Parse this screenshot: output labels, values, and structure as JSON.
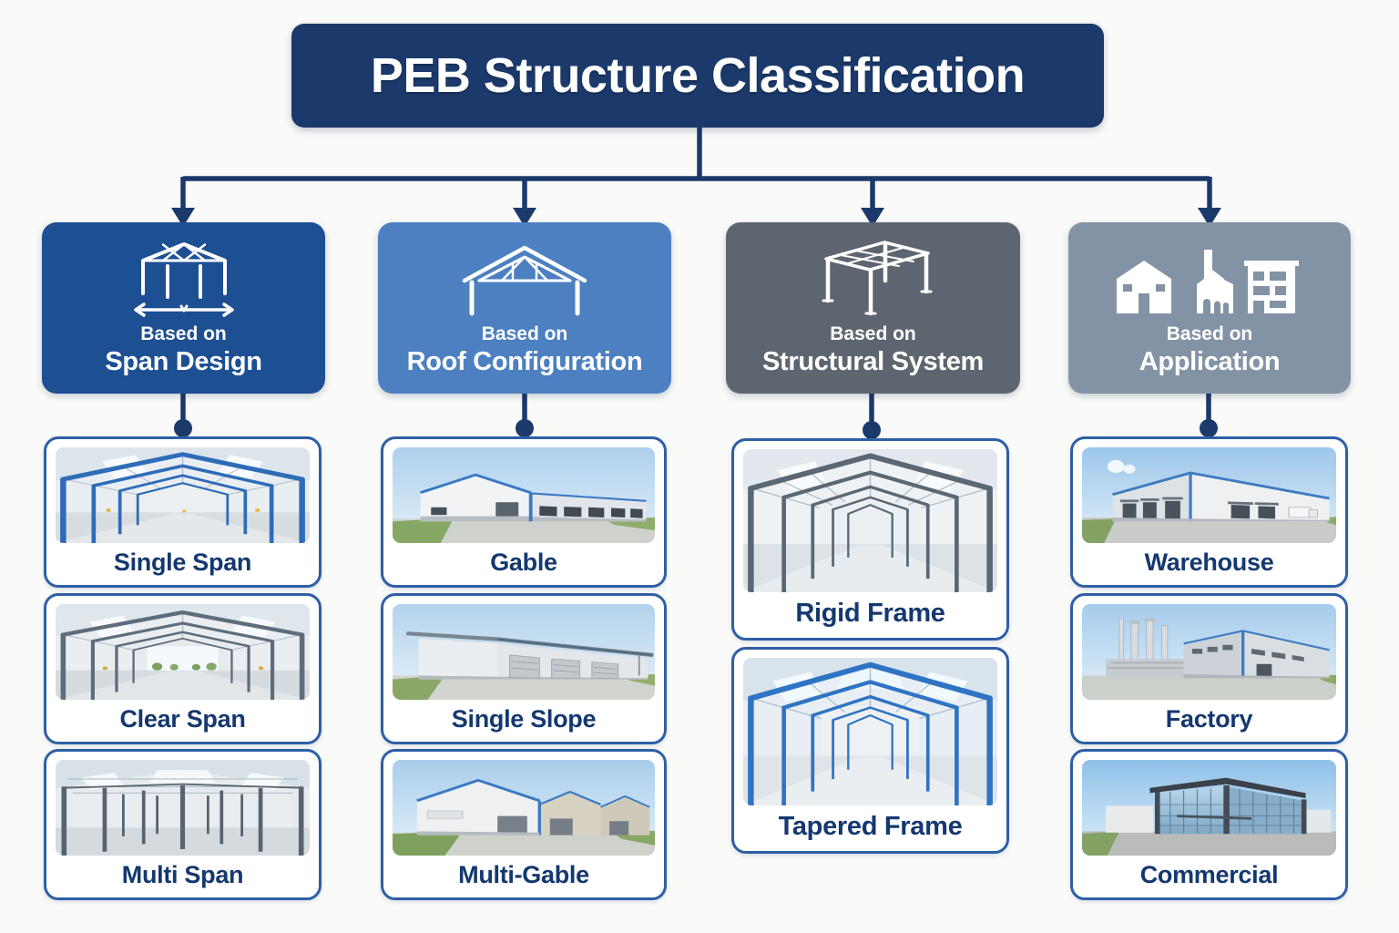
{
  "title": {
    "text": "PEB Structure Classification",
    "bg": "#1b3a6b",
    "text_color": "#ffffff"
  },
  "connectors": {
    "color": "#1b3a6b"
  },
  "categories": [
    {
      "icon": "span-frame-icon",
      "line1": "Based on",
      "line2": "Span Design",
      "bg": "#1d4f93"
    },
    {
      "icon": "gable-truss-icon",
      "line1": "Based on",
      "line2": "Roof Configuration",
      "bg": "#4c80c1"
    },
    {
      "icon": "structural-frame-icon",
      "line1": "Based on",
      "line2": "Structural System",
      "bg": "#5d6670"
    },
    {
      "icon": "buildings-icon",
      "line1": "Based on",
      "line2": "Application",
      "bg": "#8393a6"
    }
  ],
  "columns": [
    {
      "category": "Span Design",
      "cards": [
        {
          "label": "Single Span",
          "image": "interior-blue-frame-hall"
        },
        {
          "label": "Clear Span",
          "image": "interior-open-clear-hall"
        },
        {
          "label": "Multi Span",
          "image": "interior-many-columns-hall"
        }
      ]
    },
    {
      "category": "Roof Configuration",
      "cards": [
        {
          "label": "Gable",
          "image": "exterior-gable-building"
        },
        {
          "label": "Single Slope",
          "image": "exterior-single-slope-building"
        },
        {
          "label": "Multi-Gable",
          "image": "exterior-multi-gable-building"
        }
      ]
    },
    {
      "category": "Structural System",
      "cards": [
        {
          "label": "Rigid Frame",
          "image": "interior-gray-rigid-frame"
        },
        {
          "label": "Tapered Frame",
          "image": "interior-blue-tapered-frame"
        }
      ]
    },
    {
      "category": "Application",
      "cards": [
        {
          "label": "Warehouse",
          "image": "exterior-warehouse-docks"
        },
        {
          "label": "Factory",
          "image": "exterior-factory-chimneys"
        },
        {
          "label": "Commercial",
          "image": "exterior-glass-commercial"
        }
      ]
    }
  ],
  "card_style": {
    "border_color": "#2e5fa6",
    "label_color": "#14386f"
  }
}
